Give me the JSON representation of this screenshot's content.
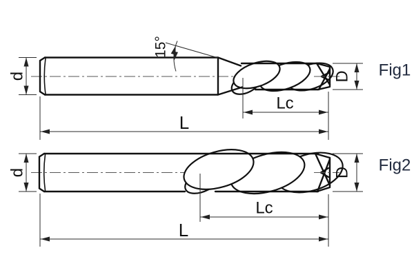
{
  "figures": [
    {
      "label": "Fig1",
      "shank_diameter_label": "d",
      "cutting_diameter_label": "D",
      "flute_length_label": "Lc",
      "overall_length_label": "L",
      "neck_angle_label": "15°"
    },
    {
      "label": "Fig2",
      "shank_diameter_label": "d",
      "cutting_diameter_label": "D",
      "flute_length_label": "Lc",
      "overall_length_label": "L"
    }
  ],
  "colors": {
    "outline": "#111111",
    "dimension_lines": "#2a2a2a",
    "centerline": "#555555",
    "figure_label_text": "#222b3f",
    "background": "#ffffff"
  }
}
